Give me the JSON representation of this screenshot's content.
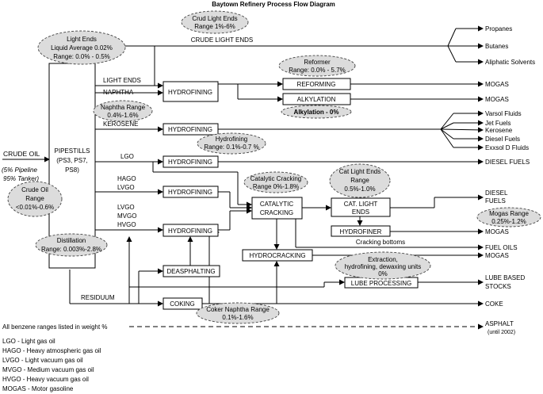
{
  "title": "Baytown Refinery Process Flow Diagram",
  "inputs": {
    "crude_oil": "CRUDE OIL",
    "pipeline_note": "(5% Pipeline",
    "tanker_note": "95% Tanker)"
  },
  "units": {
    "pipestills": [
      "PIPESTILLS",
      "(PS3, PS7,",
      "PS8)"
    ],
    "hydrofining": "HYDROFINING",
    "reforming": "REFORMING",
    "alkylation": "ALKYLATION",
    "catalytic_cracking": [
      "CATALYTIC",
      "CRACKING"
    ],
    "cat_light_ends": [
      "CAT. LIGHT",
      "ENDS"
    ],
    "hydrofiner": "HYDROFINER",
    "hydrocracking": "HYDROCRACKING",
    "deasphalting": "DEASPHALTING",
    "lube_processing": "LUBE PROCESSING",
    "coking": "COKING"
  },
  "streams": {
    "crude_light_ends": "CRUDE LIGHT ENDS",
    "light_ends": "LIGHT ENDS",
    "naphtha": "NAPHTHA",
    "kerosene": "KEROSENE",
    "lgo": "LGO",
    "hago": "HAGO",
    "lvgo": "LVGO",
    "mvgo": "MVGO",
    "hvgo": "HVGO",
    "residuum": "RESIDUUM",
    "cracking_bottoms": "Cracking bottoms"
  },
  "outputs": {
    "propanes": "Propanes",
    "butanes": "Butanes",
    "aliphatic_solvents": "Aliphatic Solvents",
    "mogas": "MOGAS",
    "varsol_fluids": "Varsol Fluids",
    "jet_fuels": "Jet Fuels",
    "kerosene": "Kerosene",
    "diesel_fuels_small": "Diesel Fuels",
    "exxsol_d_fluids": "Exxsol D Fluids",
    "diesel_fuels": "DIESEL FUELS",
    "diesel_fuels_two": [
      "DIESEL",
      "FUELS"
    ],
    "fuel_oils": "FUEL OILS",
    "lube_based_stocks": [
      "LUBE BASED",
      "STOCKS"
    ],
    "coke": "COKE",
    "asphalt": [
      "ASPHALT",
      "(until 2002)"
    ]
  },
  "ranges": {
    "light_ends": [
      "Light  Ends",
      "Liquid Average 0.02%",
      "Range: 0.0% - 0.5%"
    ],
    "crud_light_ends": [
      "Crud Light Ends",
      "Range 1%-6%"
    ],
    "reformer": [
      "Reformer",
      "Range: 0.0% - 5.7%"
    ],
    "naphtha": [
      "Naphtha Range",
      "0.4%-1.6%"
    ],
    "alkylation": "Alkylation - 0%",
    "hydrofining": [
      "Hydrofining",
      "Range: 0.1%-0.7 %"
    ],
    "crude_oil": [
      "Crude Oil",
      "Range",
      "<0.01%-0.6%"
    ],
    "catalytic_cracking": [
      "Catalytic Cracking",
      "Range 0%-1.8%"
    ],
    "cat_light_ends": [
      "Cat Light Ends",
      "Range",
      "0.5%-1.0%"
    ],
    "mogas": [
      "Mogas Range",
      "0.25%-1.2%"
    ],
    "distillation": [
      "Distillation",
      "Range: 0.003%-2.8%"
    ],
    "extraction": [
      "Extraction,",
      "hydrofining, dewaxing units",
      "0%"
    ],
    "coker_naphtha": [
      "Coker Naphtha Range",
      "0.1%-1.6%"
    ]
  },
  "footnote": "All benzene ranges listed in weight %",
  "legend": [
    "LGO - Light gas oil",
    "HAGO - Heavy atmospheric gas oil",
    "LVGO - Light vacuum gas oil",
    "MVGO - Medium vacuum gas oil",
    "HVGO - Heavy vacuum gas oil",
    "MOGAS - Motor gasoline"
  ]
}
